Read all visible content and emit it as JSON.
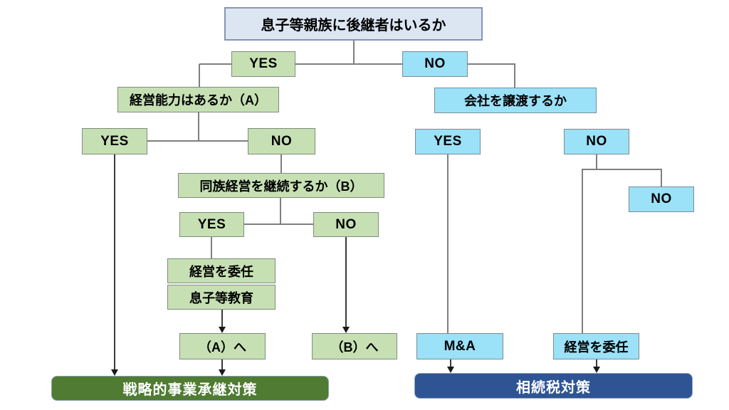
{
  "flowchart": {
    "root_question": "息子等親族に後継者はいるか",
    "yes_label": "YES",
    "no_label": "NO",
    "management_ability_question": "経営能力はあるか（A）",
    "continue_family_question": "同族経営を継続するか（B）",
    "delegate_management_label": "経営を委任",
    "educate_sons_label": "息子等教育",
    "goto_a_label": "（A）へ",
    "goto_b_label": "（B）へ",
    "strategic_outcome_label": "戦略的事業承継対策",
    "transfer_company_question": "会社を譲渡するか",
    "ma_label": "M&A",
    "inheritance_outcome_label": "相続税対策"
  },
  "colors": {
    "green_branch_fill": "#c6e0b4",
    "cyan_branch_fill": "#9be1f8",
    "root_fill": "#dce6f2",
    "root_border": "#8496b0",
    "box_border": "#7f7f7f",
    "strategic_bar_fill": "#4f7b33",
    "inheritance_bar_fill": "#2e5494",
    "bar_text": "#ffffff",
    "connector_line": "#7f7f7f",
    "arrow": "#1a1a1a"
  }
}
